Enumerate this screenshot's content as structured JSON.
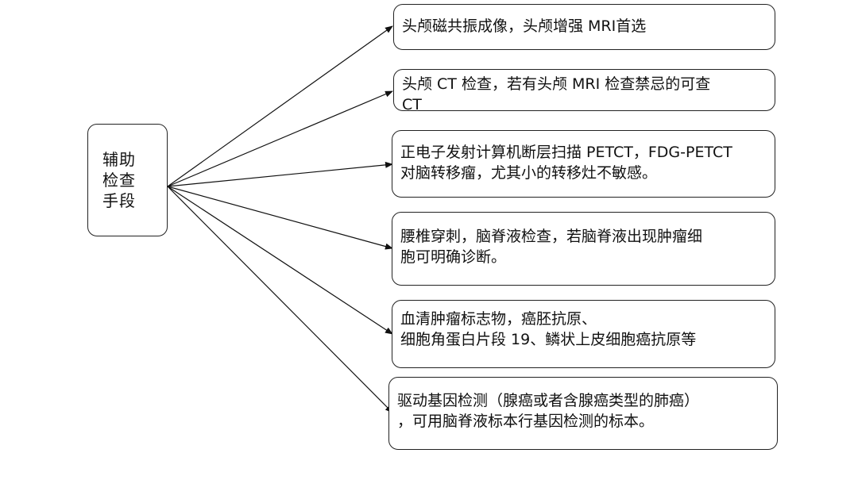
{
  "root": {
    "label": "辅助\n检查\n手段"
  },
  "nodes": [
    {
      "text": "头颅磁共振成像，头颅增强 MRI首选"
    },
    {
      "text": "头颅 CT 检查，若有头颅 MRI 检查禁忌的可查\nCT"
    },
    {
      "text": "正电子发射计算机断层扫描 PETCT，FDG-PETCT\n对脑转移瘤，尤其小的转移灶不敏感。"
    },
    {
      "text": "腰椎穿刺，脑脊液检查，若脑脊液出现肿瘤细\n胞可明确诊断。"
    },
    {
      "text": "血清肿瘤标志物，癌胚抗原、\n细胞角蛋白片段 19、鳞状上皮细胞癌抗原等"
    },
    {
      "text": "驱动基因检测（腺癌或者含腺癌类型的肺癌）\n，可用脑脊液标本行基因检测的标本。"
    }
  ]
}
